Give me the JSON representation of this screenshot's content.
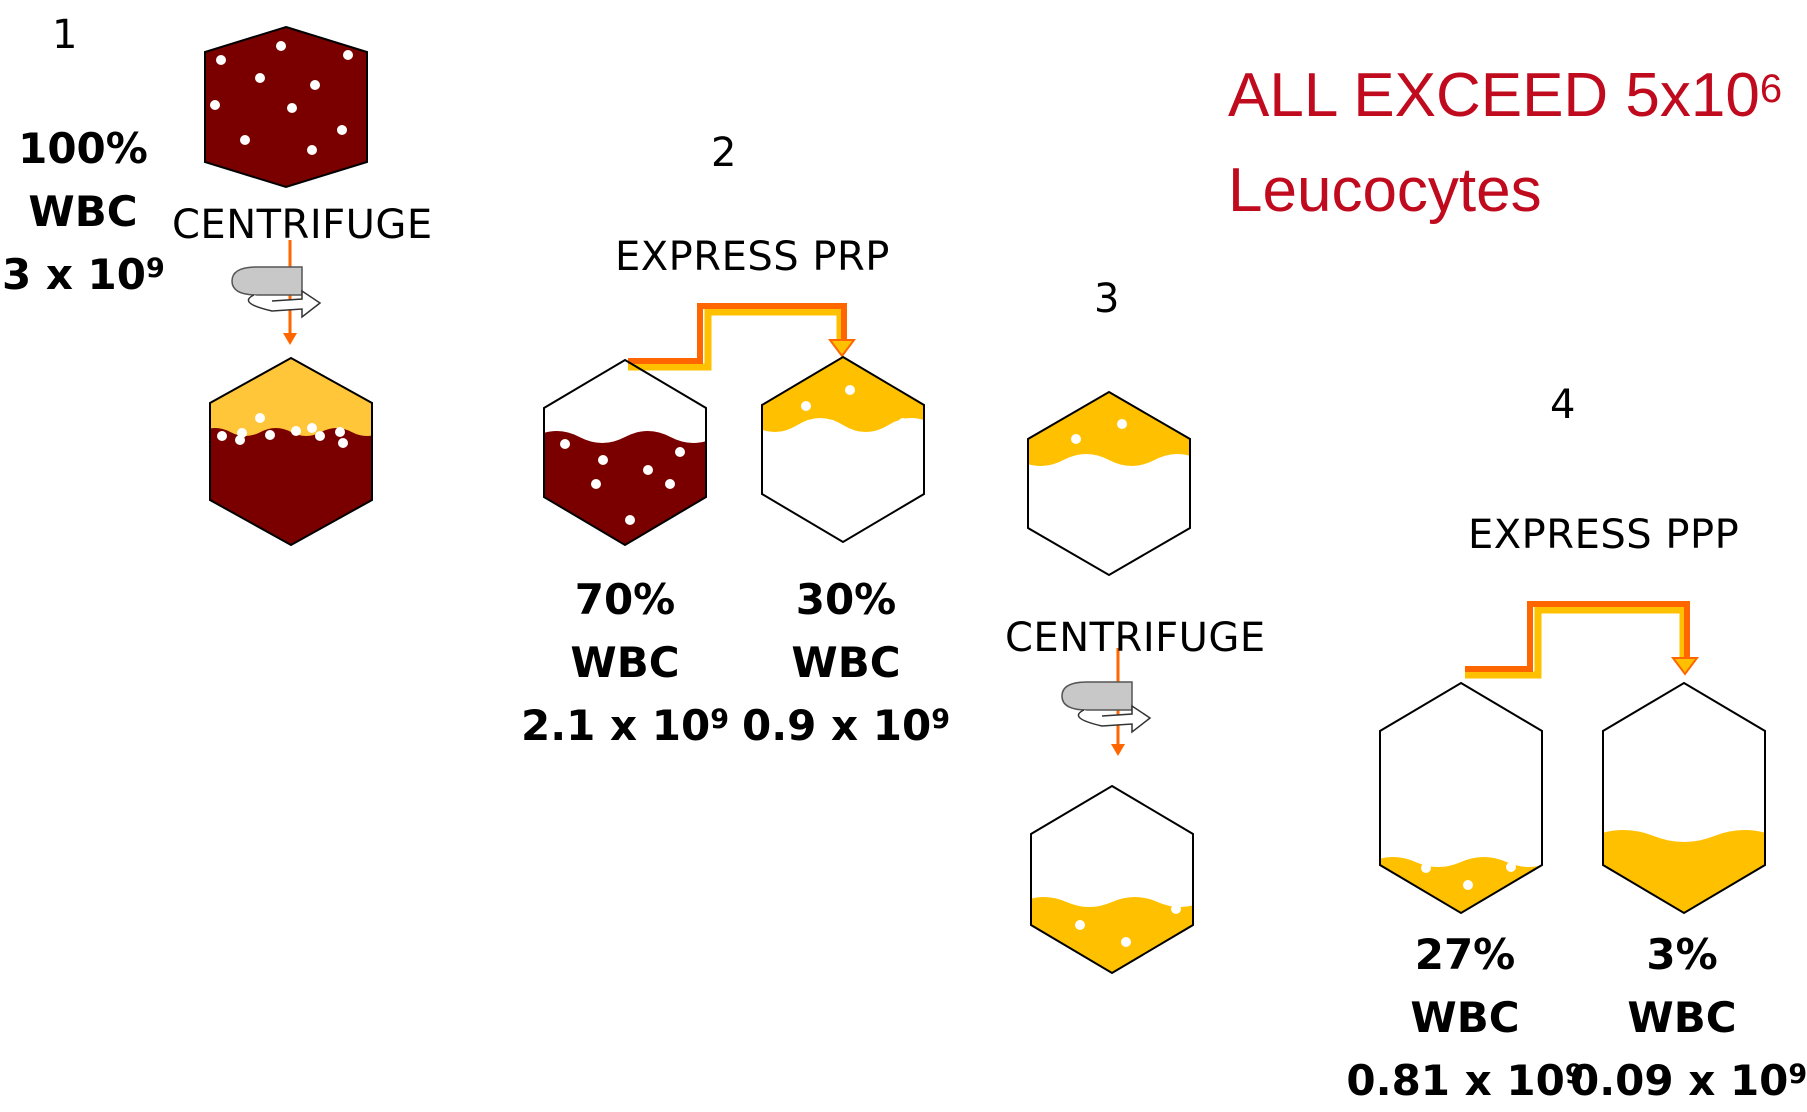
{
  "steps": [
    {
      "number": "1",
      "label": "CENTRIFUGE",
      "stat": {
        "percent": "100%",
        "type": "WBC",
        "base": "3 x 10",
        "exp": "9"
      }
    },
    {
      "number": "2",
      "label": "EXPRESS PRP",
      "stats": [
        {
          "percent": "70%",
          "type": "WBC",
          "base": "2.1 x 10",
          "exp": "9"
        },
        {
          "percent": "30%",
          "type": "WBC",
          "base": "0.9 x 10",
          "exp": "9"
        }
      ]
    },
    {
      "number": "3",
      "label": "CENTRIFUGE"
    },
    {
      "number": "4",
      "label": "EXPRESS PPP",
      "stats": [
        {
          "percent": "27%",
          "type": "WBC",
          "base": "0.81 x 10",
          "exp": "9"
        },
        {
          "percent": "3%",
          "type": "WBC",
          "base": "0.09 x 10",
          "exp": "9"
        }
      ]
    }
  ],
  "note": {
    "line1": "ALL EXCEED 5x10",
    "line1_exp": "6",
    "line2": "Leucocytes"
  },
  "colors": {
    "blood": "#7a0000",
    "plasma": "#ffc000",
    "plasma_light": "#ffc63a",
    "cell": "#ffffff",
    "arrow_orange": "#ff6600",
    "arrow_yellow": "#ffc000",
    "outline": "#000000",
    "note_red": "#c00a1e"
  }
}
